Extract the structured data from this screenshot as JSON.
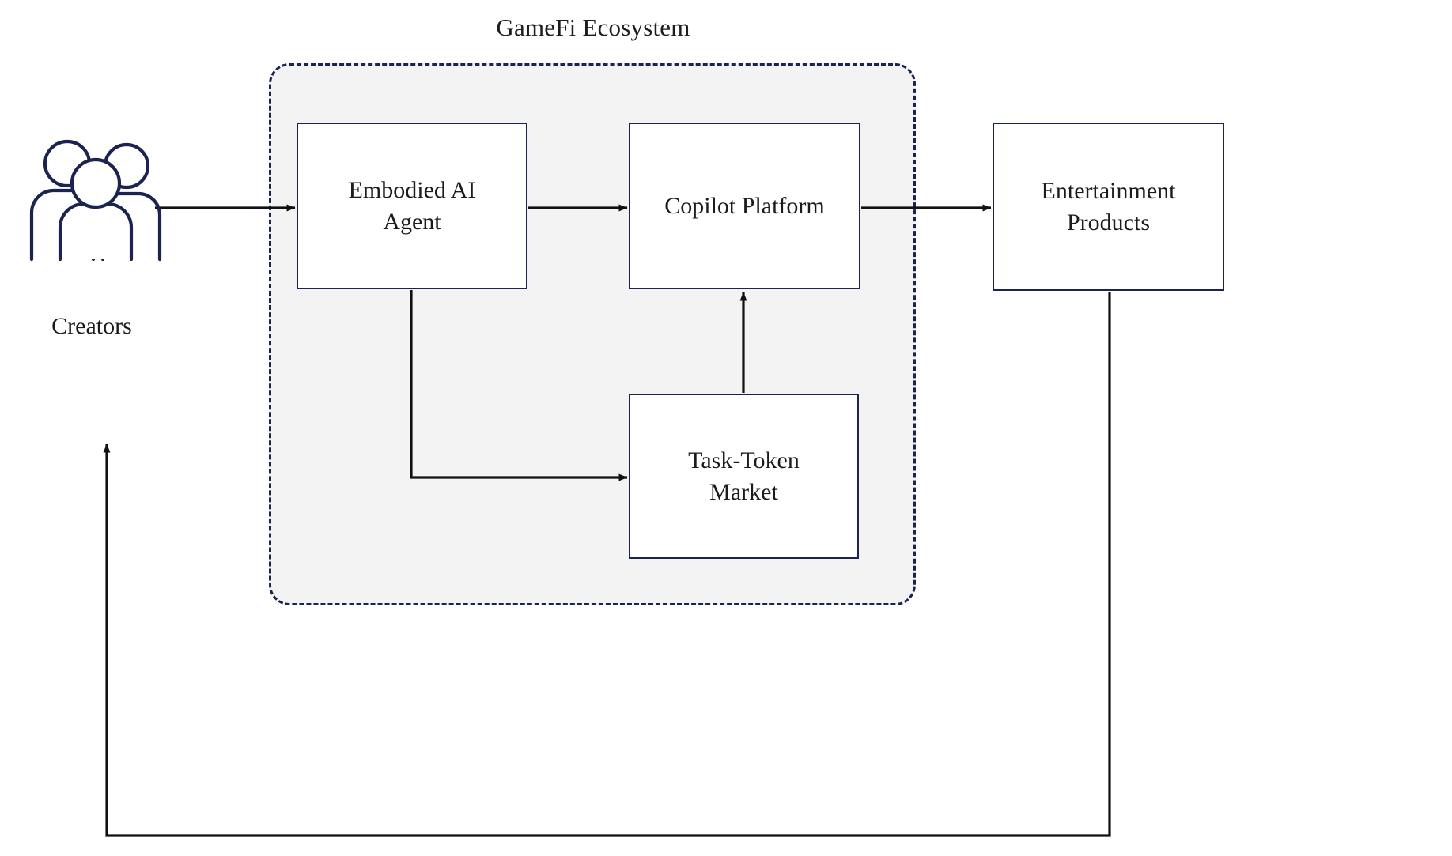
{
  "diagram": {
    "title": "GameFi Ecosystem",
    "type": "flow-diagram",
    "colors": {
      "node_border": "#1b2350",
      "boundary_border": "#1b2350",
      "boundary_fill": "#f3f3f3",
      "node_fill": "#ffffff",
      "connector": "#111111",
      "text": "#1b1b1b",
      "page_background": "#ffffff"
    },
    "boundary": {
      "label": "GameFi Ecosystem",
      "style": "dashed-rounded-rectangle",
      "contains": [
        "Embodied AI Agent",
        "Copilot Platform",
        "Task-Token Market"
      ]
    },
    "actors": [
      {
        "id": "creators",
        "label": "Creators",
        "icon": "people-group-icon"
      }
    ],
    "nodes": [
      {
        "id": "embodied-agent",
        "label": "Embodied AI\nAgent",
        "inside_boundary": true
      },
      {
        "id": "copilot-platform",
        "label": "Copilot Platform",
        "inside_boundary": true
      },
      {
        "id": "task-token-market",
        "label": "Task-Token\nMarket",
        "inside_boundary": true
      },
      {
        "id": "entertainment-products",
        "label": "Entertainment\nProducts",
        "inside_boundary": false
      }
    ],
    "edges": [
      {
        "id": "edge-creators-agent",
        "from": "creators",
        "to": "embodied-agent",
        "style": "straight-arrow"
      },
      {
        "id": "edge-agent-copilot",
        "from": "embodied-agent",
        "to": "copilot-platform",
        "style": "straight-arrow"
      },
      {
        "id": "edge-copilot-products",
        "from": "copilot-platform",
        "to": "entertainment-products",
        "style": "straight-arrow"
      },
      {
        "id": "edge-agent-market",
        "from": "embodied-agent",
        "to": "task-token-market",
        "style": "elbow-arrow"
      },
      {
        "id": "edge-market-copilot",
        "from": "task-token-market",
        "to": "copilot-platform",
        "style": "straight-arrow-up"
      },
      {
        "id": "edge-products-creators",
        "from": "entertainment-products",
        "to": "creators",
        "style": "feedback-loop-arrow"
      }
    ]
  }
}
